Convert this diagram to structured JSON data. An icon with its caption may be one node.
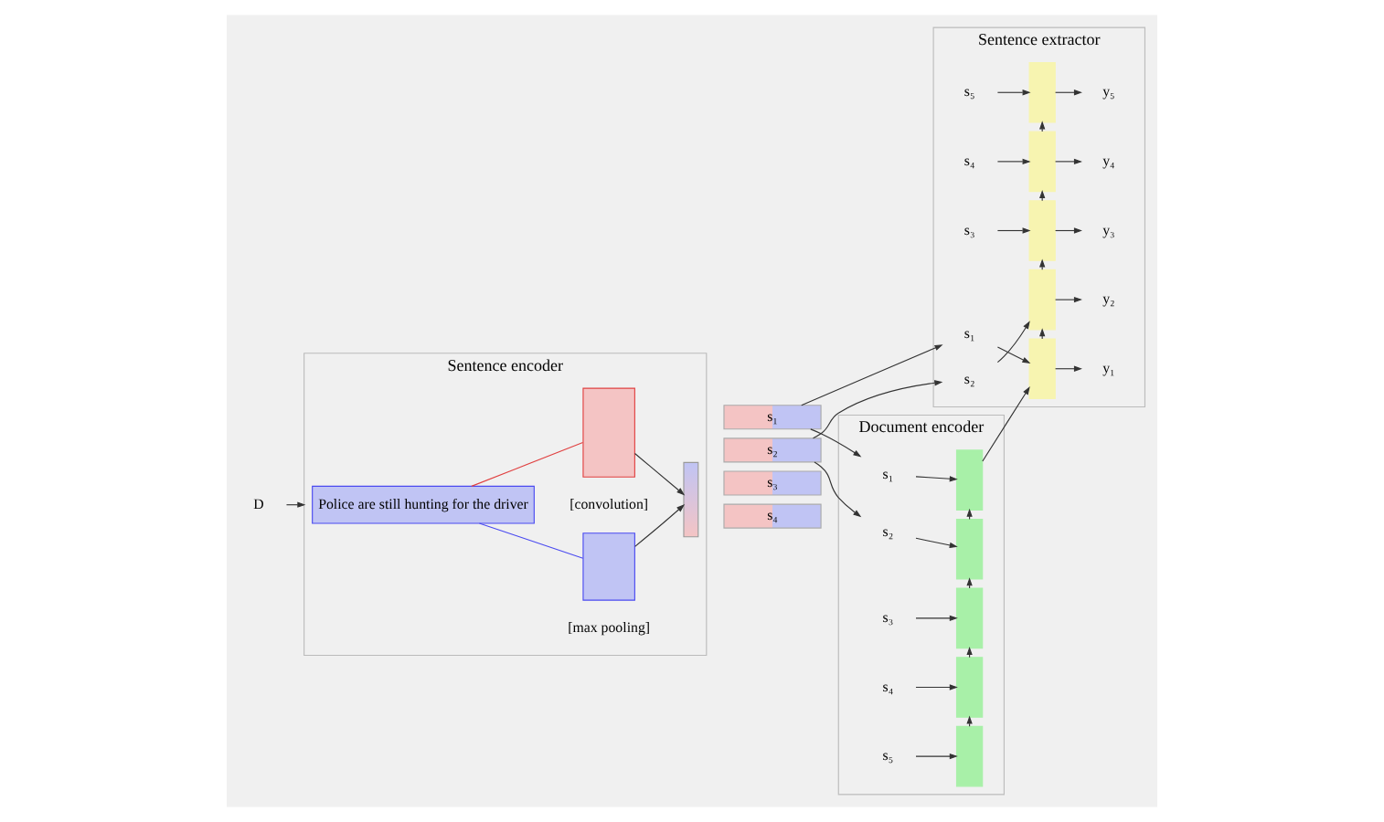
{
  "diagram": {
    "nodes": [
      {
        "text": [
          "Sentence encoder"
        ]
      },
      {
        "text": [
          "Police are still hunting for the driver"
        ],
        "in": 0
      },
      {
        "text": [],
        "shape": "box",
        "in": 0
      },
      {
        "text": [],
        "shape": "box",
        "in": 0
      },
      {
        "text": [],
        "shape": "box",
        "in": 0
      },
      {
        "text": [
          "s₄"
        ]
      },
      {
        "text": [
          "s₃"
        ]
      },
      {
        "text": [
          "s₂"
        ]
      },
      {
        "text": [
          "s₁"
        ]
      },
      {
        "text": [
          "Sentence extractor"
        ]
      },
      {
        "text": [
          "y₅"
        ],
        "in": 9
      },
      {
        "text": [
          "y₄"
        ],
        "in": 9
      },
      {
        "text": [
          "y₃"
        ],
        "in": 9
      },
      {
        "text": [
          "y₂"
        ],
        "in": 9
      },
      {
        "text": [
          "y₁"
        ],
        "in": 9
      },
      {
        "text": [],
        "shape": "box",
        "in": 9
      },
      {
        "text": [],
        "shape": "box",
        "in": 9
      },
      {
        "text": [],
        "shape": "box",
        "in": 9
      },
      {
        "text": [],
        "shape": "box",
        "in": 9
      },
      {
        "text": [],
        "shape": "box",
        "in": 9
      },
      {
        "text": [
          "s₅"
        ],
        "in": 9
      },
      {
        "text": [
          "s₄"
        ],
        "in": 9
      },
      {
        "text": [
          "s₃"
        ],
        "in": 9
      },
      {
        "text": [
          "s₂"
        ],
        "in": 9
      },
      {
        "text": [
          "s₁"
        ],
        "in": 9
      },
      {
        "text": [
          "Document encoder"
        ]
      },
      {
        "text": [],
        "shape": "box",
        "in": 25
      },
      {
        "text": [],
        "shape": "box",
        "in": 25
      },
      {
        "text": [],
        "shape": "box",
        "in": 25
      },
      {
        "text": [],
        "shape": "box",
        "in": 25
      },
      {
        "text": [],
        "shape": "box",
        "in": 25
      },
      {
        "text": [
          "s₅"
        ],
        "in": 25
      },
      {
        "text": [
          "s₄"
        ],
        "in": 25
      },
      {
        "text": [
          "s₃"
        ],
        "in": 25
      },
      {
        "text": [
          "s₂"
        ],
        "in": 25
      },
      {
        "text": [
          "s₁"
        ],
        "in": 25
      },
      {
        "text": [
          "D"
        ]
      }
    ],
    "edges": [
      {
        "from": 1,
        "to": 2,
        "arrow": "none",
        "color": "#4a4af0"
      },
      {
        "from": 1,
        "to": 3,
        "arrow": "none",
        "color": "#e04040"
      },
      {
        "from": 2,
        "to": 4,
        "arrow": "to"
      },
      {
        "from": 3,
        "to": 4,
        "arrow": "to"
      },
      {
        "from": 36,
        "to": 0,
        "arrow": "to"
      },
      {
        "from": 20,
        "to": 15,
        "arrow": "to"
      },
      {
        "from": 21,
        "to": 16,
        "arrow": "to"
      },
      {
        "from": 22,
        "to": 17,
        "arrow": "to"
      },
      {
        "from": 23,
        "to": 18,
        "arrow": "to"
      },
      {
        "from": 24,
        "to": 19,
        "arrow": "to"
      },
      {
        "from": 15,
        "to": 10,
        "arrow": "to"
      },
      {
        "from": 16,
        "to": 11,
        "arrow": "to"
      },
      {
        "from": 17,
        "to": 12,
        "arrow": "to"
      },
      {
        "from": 18,
        "to": 13,
        "arrow": "to"
      },
      {
        "from": 19,
        "to": 14,
        "arrow": "to"
      },
      {
        "from": 19,
        "to": 18,
        "arrow": "to"
      },
      {
        "from": 18,
        "to": 17,
        "arrow": "to"
      },
      {
        "from": 17,
        "to": 16,
        "arrow": "to"
      },
      {
        "from": 16,
        "to": 15,
        "arrow": "to"
      },
      {
        "from": 31,
        "to": 30,
        "arrow": "to"
      },
      {
        "from": 32,
        "to": 29,
        "arrow": "to"
      },
      {
        "from": 33,
        "to": 28,
        "arrow": "to"
      },
      {
        "from": 34,
        "to": 27,
        "arrow": "to"
      },
      {
        "from": 35,
        "to": 26,
        "arrow": "to"
      },
      {
        "from": 30,
        "to": 29,
        "arrow": "to"
      },
      {
        "from": 29,
        "to": 28,
        "arrow": "to"
      },
      {
        "from": 28,
        "to": 27,
        "arrow": "to"
      },
      {
        "from": 27,
        "to": 26,
        "arrow": "to"
      },
      {
        "from": 26,
        "to": 19,
        "arrow": "to"
      },
      {
        "from": 7,
        "to": 23,
        "arrow": "to"
      },
      {
        "from": 8,
        "to": 24,
        "arrow": "to"
      },
      {
        "from": 7,
        "to": 34,
        "arrow": "to"
      },
      {
        "from": 8,
        "to": 35,
        "arrow": "to"
      }
    ],
    "labels": [
      "[convolution]",
      "[max pooling]"
    ]
  }
}
